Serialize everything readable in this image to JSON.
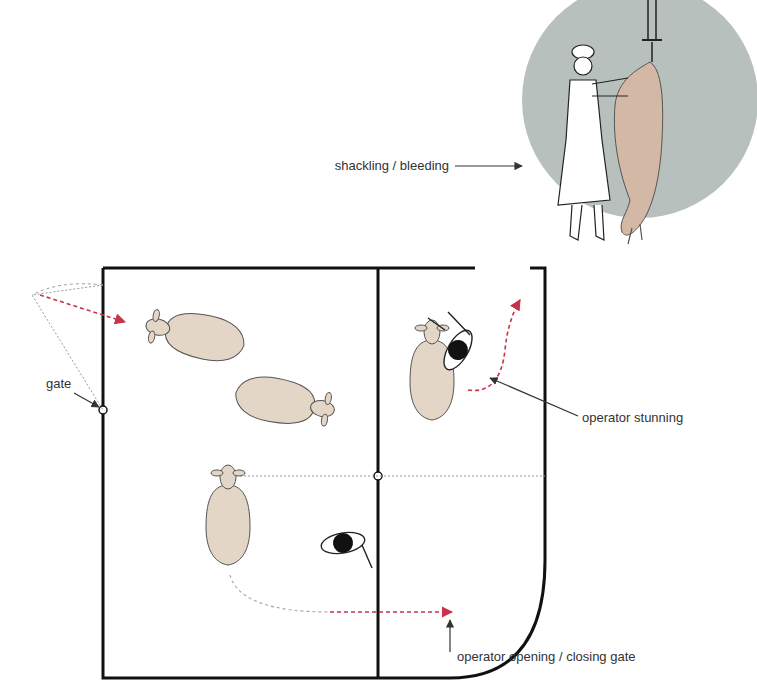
{
  "diagram": {
    "labels": [
      "shackling / bleeding",
      "gate",
      "operator stunning",
      "operator opening / closing gate"
    ]
  }
}
